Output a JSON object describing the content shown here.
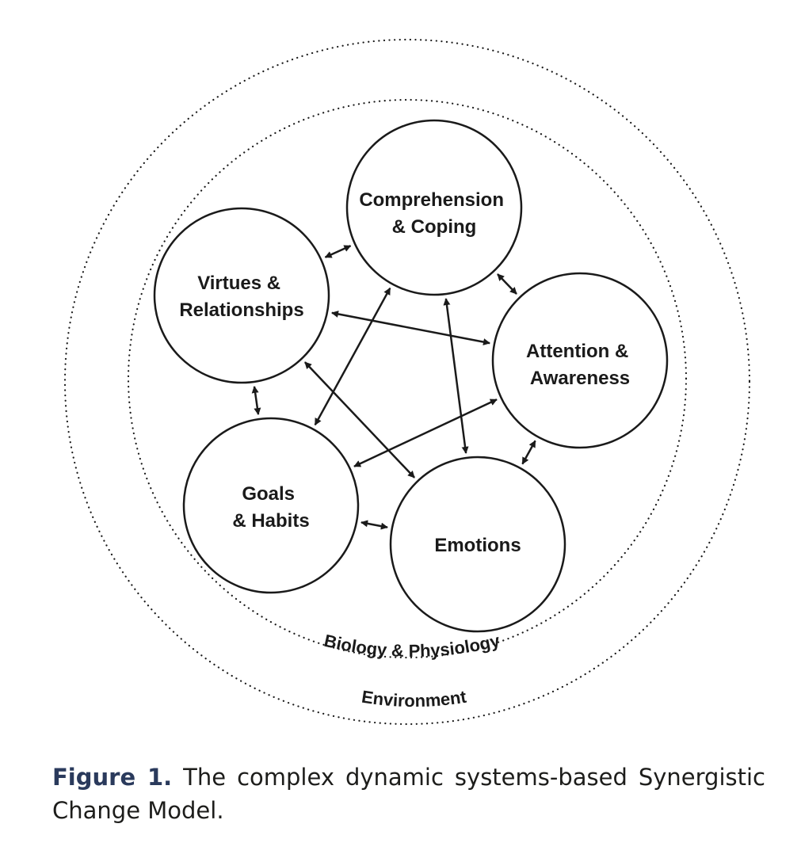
{
  "diagram": {
    "nodes": {
      "comprehension": {
        "line1": "Comprehension",
        "line2": "& Coping"
      },
      "virtues": {
        "line1": "Virtues &",
        "line2": "Relationships"
      },
      "attention": {
        "line1": "Attention &",
        "line2": "Awareness"
      },
      "goals": {
        "line1": "Goals",
        "line2": "& Habits"
      },
      "emotions": {
        "line1": "Emotions"
      }
    },
    "rings": {
      "inner_label": "Biology & Physiology",
      "outer_label": "Environment"
    },
    "connections": [
      [
        "virtues",
        "comprehension"
      ],
      [
        "comprehension",
        "attention"
      ],
      [
        "virtues",
        "attention"
      ],
      [
        "virtues",
        "goals"
      ],
      [
        "virtues",
        "emotions"
      ],
      [
        "comprehension",
        "goals"
      ],
      [
        "comprehension",
        "emotions"
      ],
      [
        "attention",
        "goals"
      ],
      [
        "attention",
        "emotions"
      ],
      [
        "goals",
        "emotions"
      ]
    ]
  },
  "caption": {
    "label": "Figure 1.",
    "text": " The complex dynamic systems-based Synergistic Change Model."
  },
  "colors": {
    "stroke": "#1a1a1a",
    "caption_label": "#2a3a5c"
  }
}
